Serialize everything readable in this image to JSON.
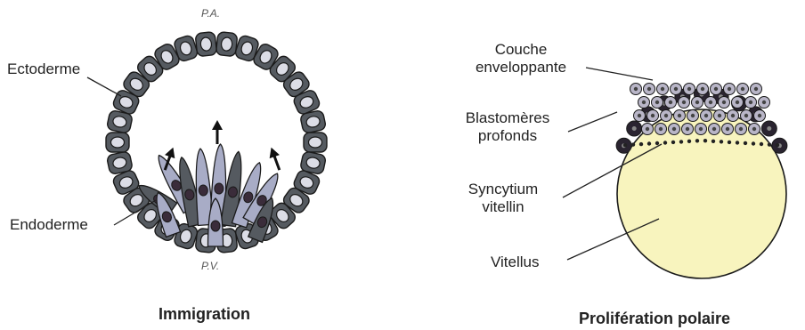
{
  "left_panel": {
    "top_pole": "P.A.",
    "bottom_pole": "P.V.",
    "label_ectoderm": "Ectoderme",
    "label_endoderm": "Endoderme",
    "caption": "Immigration"
  },
  "right_panel": {
    "label_couche_line1": "Couche",
    "label_couche_line2": "enveloppante",
    "label_blasto_line1": "Blastomères",
    "label_blasto_line2": "profonds",
    "label_syncytium_line1": "Syncytium",
    "label_syncytium_line2": "vitellin",
    "label_vitellus": "Vitellus",
    "caption": "Prolifération polaire"
  },
  "colors": {
    "cell_dark": "#555a60",
    "cell_light": "#a8acc6",
    "yolk": "#f8f4be",
    "outline": "#1a1a1a"
  }
}
